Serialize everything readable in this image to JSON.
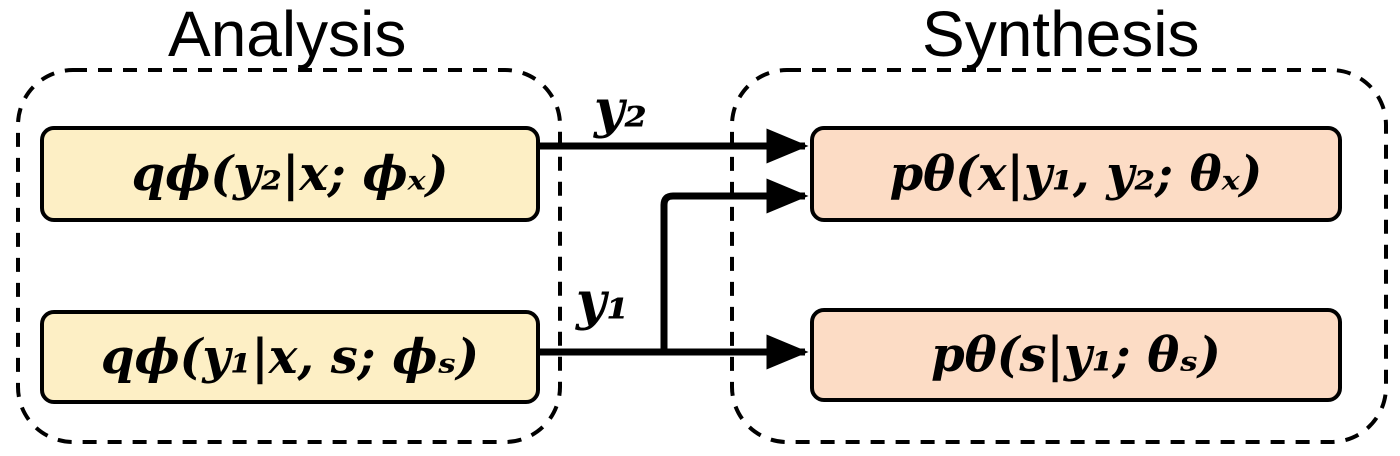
{
  "sections": {
    "analysis_title": "Analysis",
    "synthesis_title": "Synthesis"
  },
  "boxes": {
    "encoder_y2": "qϕ(y₂|x; ϕₓ)",
    "encoder_y1": "qϕ(y₁|x, s; ϕₛ)",
    "decoder_x": "pθ(x|y₁, y₂; θₓ)",
    "decoder_s": "pθ(s|y₁; θₛ)"
  },
  "edges": {
    "y2_label": "y₂",
    "y1_label": "y₁"
  },
  "colors": {
    "encoder_fill": "#fdefc5",
    "decoder_fill": "#fcdcc5",
    "stroke": "#000000"
  }
}
